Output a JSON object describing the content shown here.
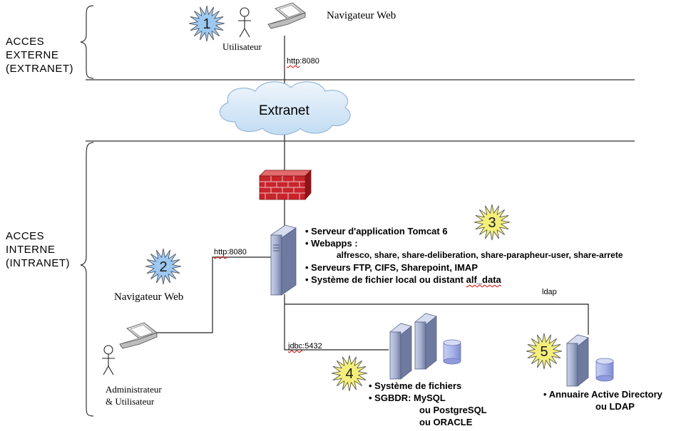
{
  "zones": {
    "external": [
      "ACCES",
      "EXTERNE",
      "(EXTRANET)"
    ],
    "internal": [
      "ACCES",
      "INTERNE",
      "(INTRANET)"
    ]
  },
  "cloud_label": "Extranet",
  "user_top": {
    "label": "Utilisateur",
    "browser": "Navigateur Web",
    "badge": "1"
  },
  "link_top": {
    "protocol": "http",
    "port_suffix": ":8080"
  },
  "admin": {
    "browser": "Navigateur Web",
    "label_line1": "Administrateur",
    "label_line2": "& Utilisateur",
    "badge": "2"
  },
  "link_admin": {
    "protocol": "http",
    "port_suffix": ":8080"
  },
  "app_server": {
    "badge": "3",
    "tomcat": "Serveur d'application Tomcat 6",
    "webapps": "Webapps :",
    "webapp_list": "alfresco, share, share-deliberation, share-parapheur-user, share-arrete",
    "services": "Serveurs FTP, CIFS, Sharepoint, IMAP",
    "fs_prefix": "Système de fichier local ou distant ",
    "fs_name": "alf_data"
  },
  "db": {
    "badge": "4",
    "link_protocol": "jdbc",
    "link_port": ":5432",
    "fs": "Système de fichiers",
    "sgbdr": "SGBDR:  MySQL",
    "alt1": "ou PostgreSQL",
    "alt2": "ou ORACLE"
  },
  "ldap": {
    "badge": "5",
    "link_label": "ldap",
    "line1": "Annuaire Active Directory",
    "line2": "ou LDAP"
  },
  "colors": {
    "star_blue": "#9cc8f2",
    "star_yellow": "#f4ef7a",
    "server_body": "#a9b4d2",
    "firewall": "#c8242c",
    "cloud": "#d6e8f8"
  }
}
